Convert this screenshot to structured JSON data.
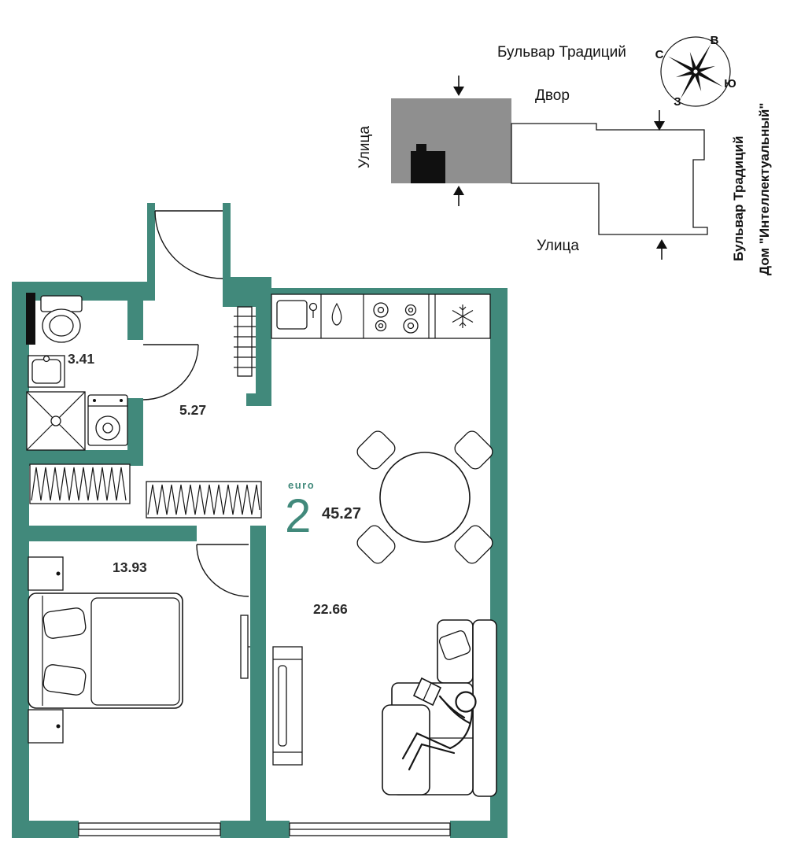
{
  "site_plan": {
    "labels": {
      "street_top": "Бульвар Традиций",
      "courtyard": "Двор",
      "street_left": "Улица",
      "street_bottom": "Улица",
      "building_title_1": "Бульвар Традиций",
      "building_title_2": "Дом \"Интеллектуальный\""
    },
    "compass": {
      "north": "С",
      "east": "В",
      "south": "Ю",
      "west": "З"
    }
  },
  "apartment": {
    "type_label": "euro",
    "room_count": "2",
    "total_area": "45.27",
    "room_areas": {
      "bathroom": "3.41",
      "hallway": "5.27",
      "bedroom": "13.93",
      "kitchen_living": "22.66"
    }
  },
  "colors": {
    "wall_teal": "#41897B",
    "site_gray": "#8F8F8F",
    "ink": "#161616"
  }
}
